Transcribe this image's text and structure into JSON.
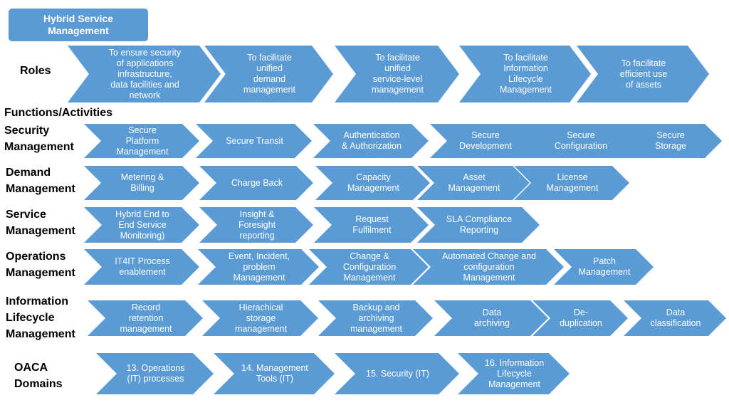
{
  "title": "Hybrid Service\nManagement",
  "colors": {
    "chevron": "#5b9bd5",
    "text_on_chevron": "#ffffff",
    "label": "#000000"
  },
  "roles": {
    "label": "Roles",
    "items": [
      "To ensure security\nof applications\ninfrastructure,\ndata facilities and\nnetwork",
      "To facilitate\nunified\ndemand\nmanagement",
      "To facilitate\nunified\nservice-level\nmanagement",
      "To facilitate\nInformation\nLifecycle\nManagement",
      "To facilitate\nefficient use\nof assets"
    ]
  },
  "functions_heading": "Functions/Activities",
  "rows": [
    {
      "label": "Security\nManagement",
      "items": [
        "Secure\nPlatform\nManagement",
        "Secure Transit",
        "Authentication\n& Authorization",
        "Secure\nDevelopment",
        "Secure\nConfiguration",
        "Secure\nStorage"
      ]
    },
    {
      "label": "Demand\nManagement",
      "items": [
        "Metering &\nBilling",
        "Charge Back",
        "Capacity\nManagement",
        "Asset\nManagement",
        "License\nManagement"
      ]
    },
    {
      "label": "Service\nManagement",
      "items": [
        "Hybrid End to\nEnd Service\nMonitoring)",
        "Insight &\nForesight\nreporting",
        "Request\nFulfilment",
        "SLA Compliance\nReporting"
      ]
    },
    {
      "label": "Operations\nManagement",
      "items": [
        "IT4IT  Process\nenablement",
        "Event, Incident,\nproblem\nManagement",
        "Change &\nConfiguration\nManagement",
        "Automated Change and\nconfiguration\nManagement",
        "Patch\nManagement"
      ]
    },
    {
      "label": "Information\nLifecycle\nManagement",
      "items": [
        "Record\nretention\nmanagement",
        "Hierachical\nstorage\nmanagement",
        "Backup and\narchiving\nmanagement",
        "Data\narchiving",
        "De-\nduplication",
        "Data\nclassification"
      ]
    }
  ],
  "oaca": {
    "label": "OACA\nDomains",
    "items": [
      "13. Operations\n(IT) processes",
      "14. Management\nTools (IT)",
      "15. Security (IT)",
      "16. Information\nLifecycle\nManagement"
    ]
  }
}
